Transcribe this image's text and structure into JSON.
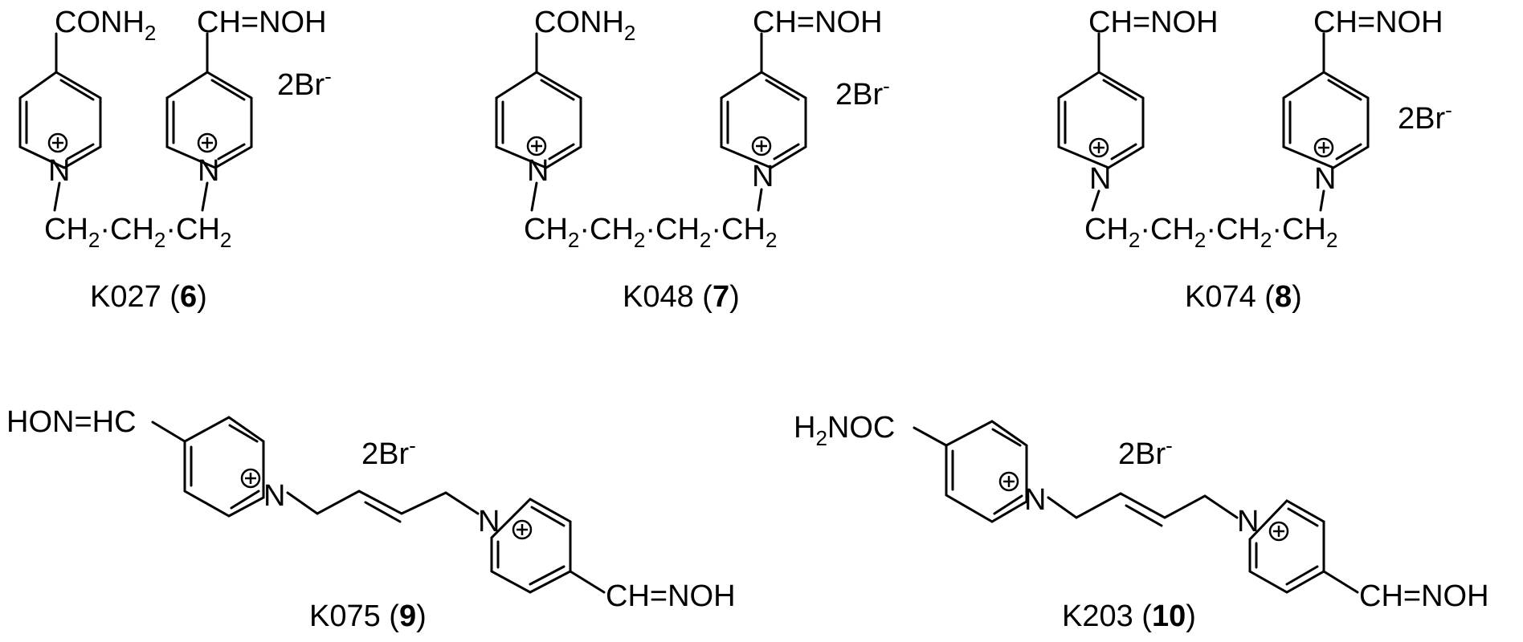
{
  "compounds": [
    {
      "code": "K027",
      "number": "6",
      "top_left": "CONH",
      "top_left_sub": "2",
      "top_right": "CH=NOH",
      "counterion": "2Br",
      "counterion_charge": "-",
      "linker": [
        "CH",
        "CH",
        "CH"
      ],
      "linker_sub": "2"
    },
    {
      "code": "K048",
      "number": "7",
      "top_left": "CONH",
      "top_left_sub": "2",
      "top_right": "CH=NOH",
      "counterion": "2Br",
      "counterion_charge": "-",
      "linker": [
        "CH",
        "CH",
        "CH",
        "CH"
      ],
      "linker_sub": "2"
    },
    {
      "code": "K074",
      "number": "8",
      "top_left": "CH=NOH",
      "top_right": "CH=NOH",
      "counterion": "2Br",
      "counterion_charge": "-",
      "linker": [
        "CH",
        "CH",
        "CH",
        "CH"
      ],
      "linker_sub": "2"
    },
    {
      "code": "K075",
      "number": "9",
      "left_group": "HON=HC",
      "right_group": "CH=NOH",
      "counterion": "2Br",
      "counterion_charge": "-"
    },
    {
      "code": "K203",
      "number": "10",
      "left_group_a": "H",
      "left_group_sub": "2",
      "left_group_b": "NOC",
      "right_group": "CH=NOH",
      "counterion": "2Br",
      "counterion_charge": "-"
    }
  ],
  "atom_labels": {
    "nitrogen": "N",
    "cation_sign": "+",
    "bond_dot": "·"
  }
}
